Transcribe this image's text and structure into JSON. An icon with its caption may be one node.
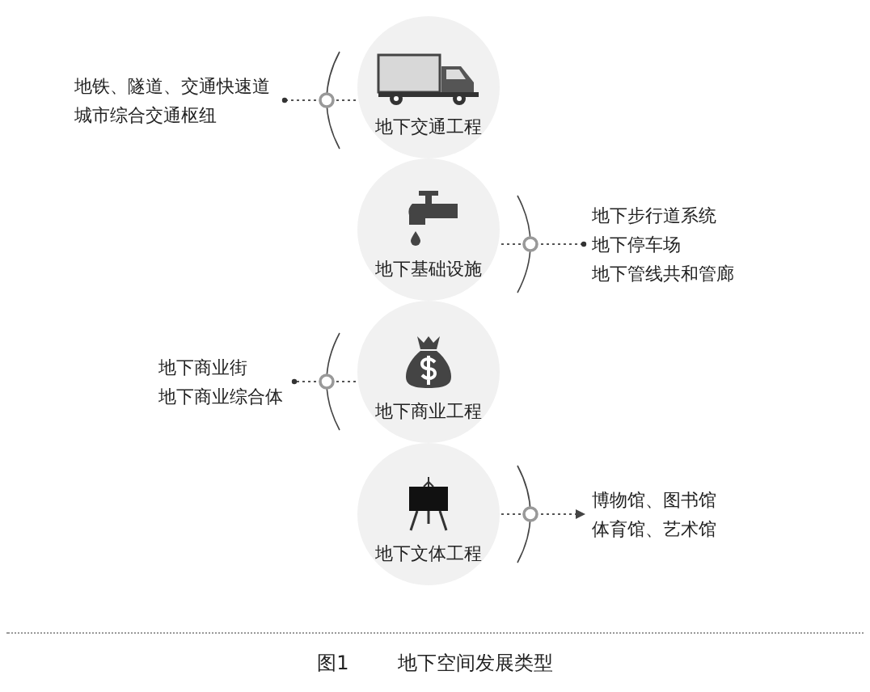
{
  "diagram": {
    "caption": "地下空间发展类型",
    "nodes": [
      {
        "text": [
          "地下交通工程"
        ]
      },
      {
        "text": [
          "地铁、隧道、交通快速道",
          "城市综合交通枢纽"
        ]
      },
      {
        "text": [
          "地下基础设施"
        ]
      },
      {
        "text": [
          "地下步行道系统",
          "地下停车场",
          "地下管线共和管廊"
        ]
      },
      {
        "text": [
          "地下商业工程"
        ]
      },
      {
        "text": [
          "地下商业街",
          "地下商业综合体"
        ]
      },
      {
        "text": [
          "地下文体工程"
        ]
      },
      {
        "text": [
          "博物馆、图书馆",
          "体育馆、艺术馆"
        ]
      }
    ],
    "edges": [
      {
        "from": 0,
        "to": 1,
        "arrow": "other",
        "style": "dashed"
      },
      {
        "from": 2,
        "to": 3,
        "arrow": "other",
        "style": "dashed"
      },
      {
        "from": 4,
        "to": 5,
        "arrow": "other",
        "style": "dashed"
      },
      {
        "from": 6,
        "to": 7,
        "arrow": "to",
        "style": "dashed"
      }
    ],
    "labels": [
      "图1"
    ]
  }
}
